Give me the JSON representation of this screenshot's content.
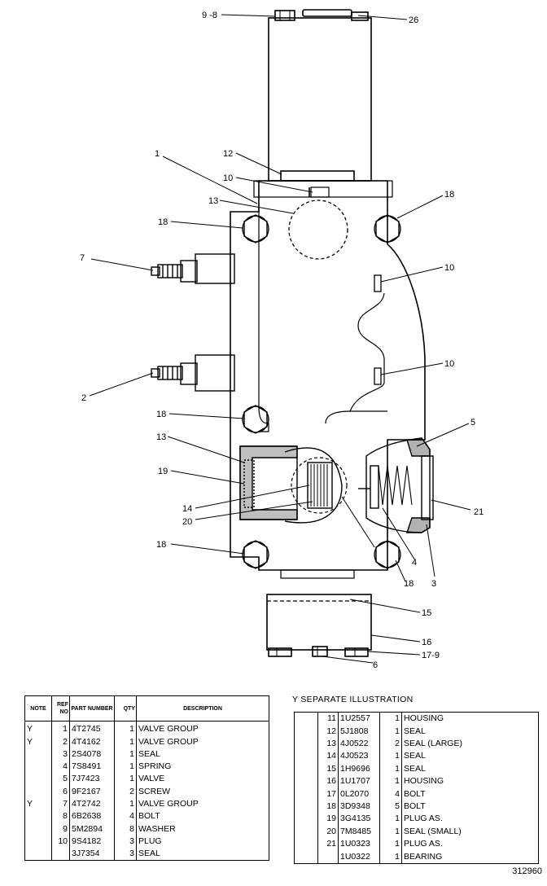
{
  "callouts": {
    "c_9_8": "9 -8",
    "c_26": "26",
    "c_1": "1",
    "c_12": "12",
    "c_10a": "10",
    "c_13a": "13",
    "c_18a": "18",
    "c_18b": "18",
    "c_7": "7",
    "c_10b": "10",
    "c_10c": "10",
    "c_2": "2",
    "c_18c": "18",
    "c_13b": "13",
    "c_19": "19",
    "c_14": "14",
    "c_20": "20",
    "c_5": "5",
    "c_21": "21",
    "c_18d": "18",
    "c_4": "4",
    "c_18e": "18",
    "c_3": "3",
    "c_15": "15",
    "c_16": "16",
    "c_17_9": "17-9",
    "c_6": "6"
  },
  "parts_table": {
    "headers": {
      "note": "NOTE",
      "ref": "REF NO",
      "part": "PART NUMBER",
      "qty": "QTY",
      "desc": "DESCRIPTION"
    },
    "rows": [
      {
        "note": "Y",
        "ref": "1",
        "part": "4T2745",
        "qty": "1",
        "desc": "VALVE GROUP"
      },
      {
        "note": "Y",
        "ref": "2",
        "part": "4T4162",
        "qty": "1",
        "desc": "VALVE GROUP"
      },
      {
        "note": "",
        "ref": "3",
        "part": "2S4078",
        "qty": "1",
        "desc": "SEAL"
      },
      {
        "note": "",
        "ref": "4",
        "part": "7S8491",
        "qty": "1",
        "desc": "SPRING"
      },
      {
        "note": "",
        "ref": "5",
        "part": "7J7423",
        "qty": "1",
        "desc": "VALVE"
      },
      {
        "note": "",
        "ref": "6",
        "part": "9F2167",
        "qty": "2",
        "desc": "SCREW"
      },
      {
        "note": "Y",
        "ref": "7",
        "part": "4T2742",
        "qty": "1",
        "desc": "VALVE GROUP"
      },
      {
        "note": "",
        "ref": "8",
        "part": "6B2638",
        "qty": "4",
        "desc": "BOLT"
      },
      {
        "note": "",
        "ref": "9",
        "part": "5M2894",
        "qty": "8",
        "desc": "WASHER"
      },
      {
        "note": "",
        "ref": "10",
        "part": "9S4182",
        "qty": "3",
        "desc": "PLUG"
      },
      {
        "note": "",
        "ref": "",
        "part": "3J7354",
        "qty": "3",
        "desc": "SEAL"
      }
    ]
  },
  "separate": {
    "title": "Y   SEPARATE ILLUSTRATION",
    "rows": [
      {
        "ref": "11",
        "part": "1U2557",
        "qty": "1",
        "desc": "HOUSING"
      },
      {
        "ref": "12",
        "part": "5J1808",
        "qty": "1",
        "desc": "SEAL"
      },
      {
        "ref": "13",
        "part": "4J0522",
        "qty": "2",
        "desc": "SEAL  (LARGE)"
      },
      {
        "ref": "14",
        "part": "4J0523",
        "qty": "1",
        "desc": "SEAL"
      },
      {
        "ref": "15",
        "part": "1H9696",
        "qty": "1",
        "desc": "SEAL"
      },
      {
        "ref": "16",
        "part": "1U1707",
        "qty": "1",
        "desc": "HOUSING"
      },
      {
        "ref": "17",
        "part": "0L2070",
        "qty": "4",
        "desc": "BOLT"
      },
      {
        "ref": "18",
        "part": "3D9348",
        "qty": "5",
        "desc": "BOLT"
      },
      {
        "ref": "19",
        "part": "3G4135",
        "qty": "1",
        "desc": "PLUG AS."
      },
      {
        "ref": "20",
        "part": "7M8485",
        "qty": "1",
        "desc": "SEAL  (SMALL)"
      },
      {
        "ref": "21",
        "part": "1U0323",
        "qty": "1",
        "desc": "PLUG AS."
      },
      {
        "ref": "",
        "part": "1U0322",
        "qty": "1",
        "desc": "   BEARING"
      }
    ]
  },
  "figure_number": "312960"
}
